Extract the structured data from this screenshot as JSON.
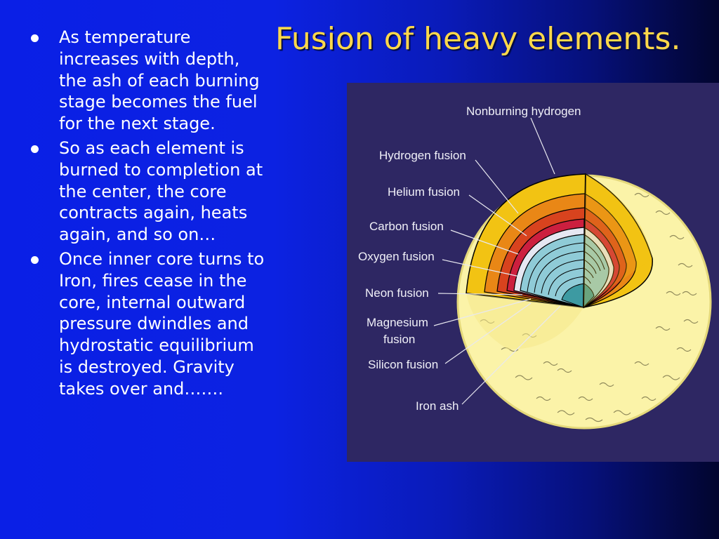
{
  "slide": {
    "title": "Fusion of heavy elements.",
    "bullets": [
      "As temperature increases with depth, the ash of each burning stage becomes the fuel for the next stage.",
      "So as each element is burned to completion at the center, the core contracts again, heats again, and so on…",
      "Once inner core turns to Iron, fires cease in the core, internal outward pressure dwindles and hydrostatic equilibrium is destroyed. Gravity takes over and……."
    ]
  },
  "diagram": {
    "labels": {
      "nonburning_hydrogen": "Nonburning hydrogen",
      "hydrogen_fusion": "Hydrogen fusion",
      "helium_fusion": "Helium fusion",
      "carbon_fusion": "Carbon fusion",
      "oxygen_fusion": "Oxygen fusion",
      "neon_fusion": "Neon fusion",
      "magnesium_fusion_1": "Magnesium",
      "magnesium_fusion_2": "fusion",
      "silicon_fusion": "Silicon fusion",
      "iron_ash": "Iron ash"
    },
    "colors": {
      "background": "#2e2763",
      "star_surface": "#fbf3a8",
      "hydrogen_shell": "#f2c313",
      "helium_shell": "#e98716",
      "carbon_shell": "#d8431e",
      "oxygen_shell": "#cc1f3f",
      "neon_shell": "#e6e7f2",
      "inner_shells": "#8fcbd7",
      "core": "#3d9aa2"
    }
  }
}
